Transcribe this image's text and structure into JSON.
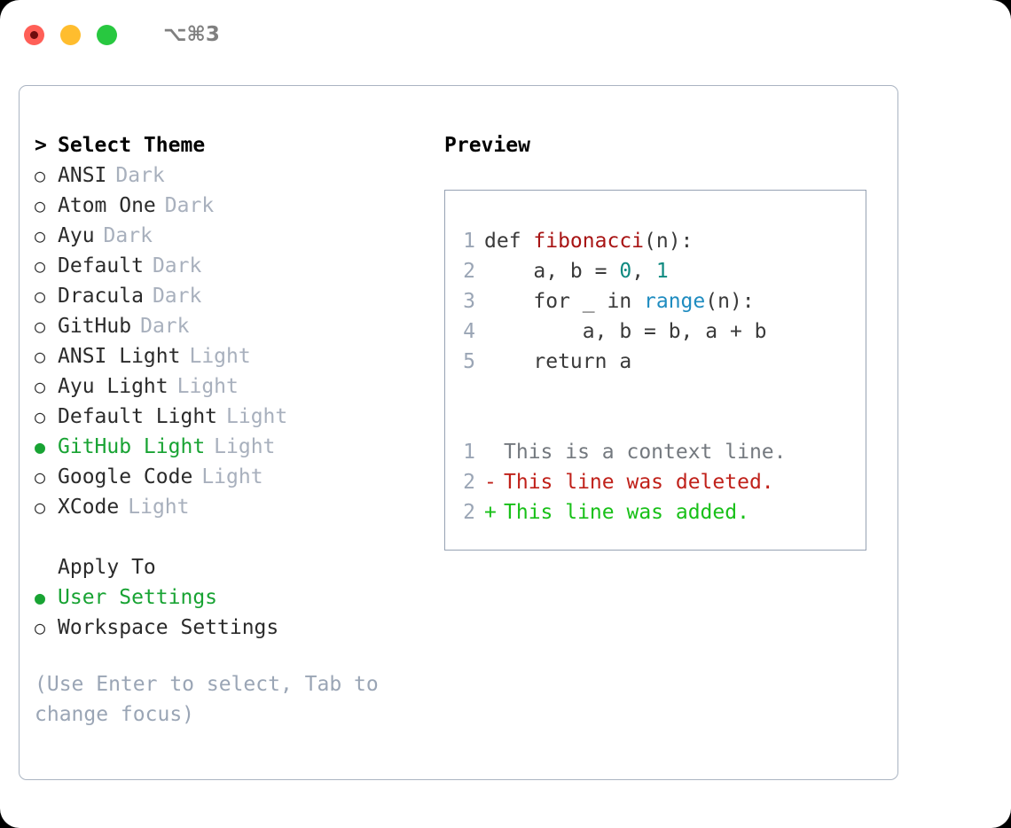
{
  "titlebar": {
    "shortcut": "⌥⌘3",
    "dots": [
      {
        "name": "close-dot",
        "color": "#ff5f57"
      },
      {
        "name": "minimize-dot",
        "color": "#ffbd2e"
      },
      {
        "name": "maximize-dot",
        "color": "#28c840"
      }
    ]
  },
  "colors": {
    "selected_green": "#18a333",
    "muted_gray": "#a8b0bd",
    "hint_gray": "#9aa5b5",
    "border": "#aab4c2",
    "preview_border": "#96a2b3",
    "syntax_function": "#a81414",
    "syntax_number": "#0f8a80",
    "syntax_call": "#1f8cc0",
    "diff_added": "#18c018",
    "diff_deleted": "#c0211a",
    "diff_context": "#74797f"
  },
  "theme_list": {
    "header_marker": ">",
    "header_label": "Select Theme",
    "items": [
      {
        "marker": "○",
        "label": "ANSI",
        "variant": "Dark",
        "selected": false
      },
      {
        "marker": "○",
        "label": "Atom One",
        "variant": "Dark",
        "selected": false
      },
      {
        "marker": "○",
        "label": "Ayu",
        "variant": "Dark",
        "selected": false
      },
      {
        "marker": "○",
        "label": "Default",
        "variant": "Dark",
        "selected": false
      },
      {
        "marker": "○",
        "label": "Dracula",
        "variant": "Dark",
        "selected": false
      },
      {
        "marker": "○",
        "label": "GitHub",
        "variant": "Dark",
        "selected": false
      },
      {
        "marker": "○",
        "label": "ANSI Light",
        "variant": "Light",
        "selected": false
      },
      {
        "marker": "○",
        "label": "Ayu Light",
        "variant": "Light",
        "selected": false
      },
      {
        "marker": "○",
        "label": "Default Light",
        "variant": "Light",
        "selected": false
      },
      {
        "marker": "●",
        "label": "GitHub Light",
        "variant": "Light",
        "selected": true
      },
      {
        "marker": "○",
        "label": "Google Code",
        "variant": "Light",
        "selected": false
      },
      {
        "marker": "○",
        "label": "XCode",
        "variant": "Light",
        "selected": false
      }
    ]
  },
  "apply_to": {
    "header_label": "Apply To",
    "items": [
      {
        "marker": "●",
        "label": "User Settings",
        "selected": true
      },
      {
        "marker": "○",
        "label": "Workspace Settings",
        "selected": false
      }
    ]
  },
  "hint": "(Use Enter to select, Tab to change focus)",
  "preview": {
    "title": "Preview",
    "code_lines": [
      {
        "no": "1",
        "segments": [
          {
            "text": "def ",
            "kind": "plain"
          },
          {
            "text": "fibonacci",
            "kind": "fn"
          },
          {
            "text": "(n):",
            "kind": "plain"
          }
        ]
      },
      {
        "no": "2",
        "segments": [
          {
            "text": "    a, b = ",
            "kind": "plain"
          },
          {
            "text": "0",
            "kind": "num"
          },
          {
            "text": ", ",
            "kind": "plain"
          },
          {
            "text": "1",
            "kind": "num"
          }
        ]
      },
      {
        "no": "3",
        "segments": [
          {
            "text": "    for _ in ",
            "kind": "plain"
          },
          {
            "text": "range",
            "kind": "call"
          },
          {
            "text": "(n):",
            "kind": "plain"
          }
        ]
      },
      {
        "no": "4",
        "segments": [
          {
            "text": "        a, b = b, a + b",
            "kind": "plain"
          }
        ]
      },
      {
        "no": "5",
        "segments": [
          {
            "text": "    return a",
            "kind": "plain"
          }
        ]
      }
    ],
    "diff_lines": [
      {
        "no": "1",
        "sign": " ",
        "text": "This is a context line.",
        "kind": "context"
      },
      {
        "no": "2",
        "sign": "-",
        "text": "This line was deleted.",
        "kind": "del"
      },
      {
        "no": "2",
        "sign": "+",
        "text": "This line was added.",
        "kind": "add"
      }
    ]
  }
}
